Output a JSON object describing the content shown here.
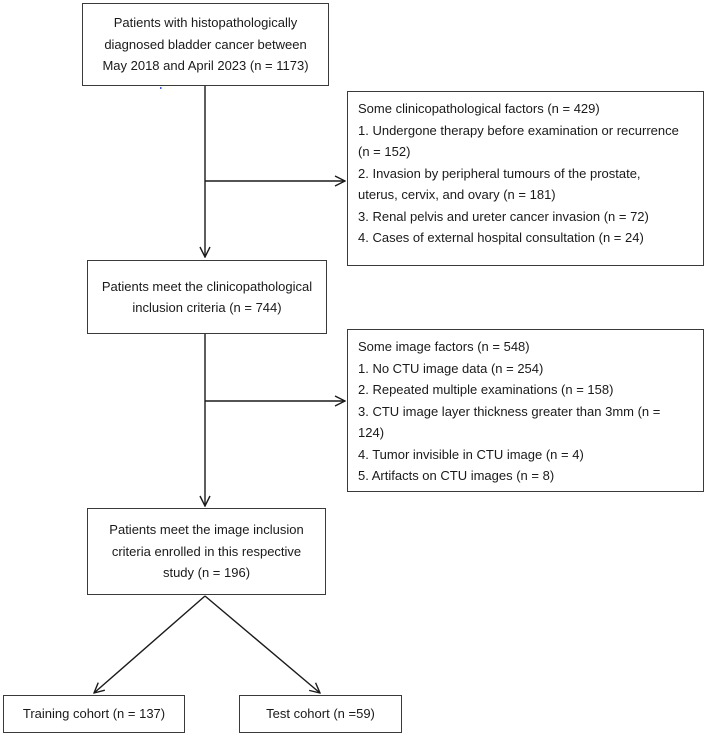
{
  "boxes": {
    "start": [
      "Patients with histopathologically",
      "diagnosed bladder cancer between",
      "May 2018 and April 2023 (n = 1173)"
    ],
    "excl1": [
      "Some clinicopathological factors (n = 429)",
      "1. Undergone therapy before examination or recurrence",
      "(n = 152)",
      "2. Invasion by peripheral tumours of the prostate,",
      "uterus, cervix, and ovary (n = 181)",
      "3. Renal pelvis and ureter cancer invasion (n = 72)",
      "4. Cases of external hospital consultation (n = 24)"
    ],
    "clinical": [
      "Patients meet the clinicopathological",
      "inclusion criteria (n = 744)"
    ],
    "excl2": [
      "Some image factors (n = 548)",
      "1. No CTU image data (n = 254)",
      "2. Repeated multiple examinations (n = 158)",
      "3. CTU image layer thickness greater than 3mm (n =",
      "124)",
      "4. Tumor invisible in CTU image (n = 4)",
      "5. Artifacts on CTU images (n = 8)"
    ],
    "image": [
      "Patients meet the image inclusion",
      "criteria enrolled in this respective",
      "study (n = 196)"
    ],
    "training": [
      "Training cohort (n = 137)"
    ],
    "test": [
      "Test cohort (n =59)"
    ]
  }
}
